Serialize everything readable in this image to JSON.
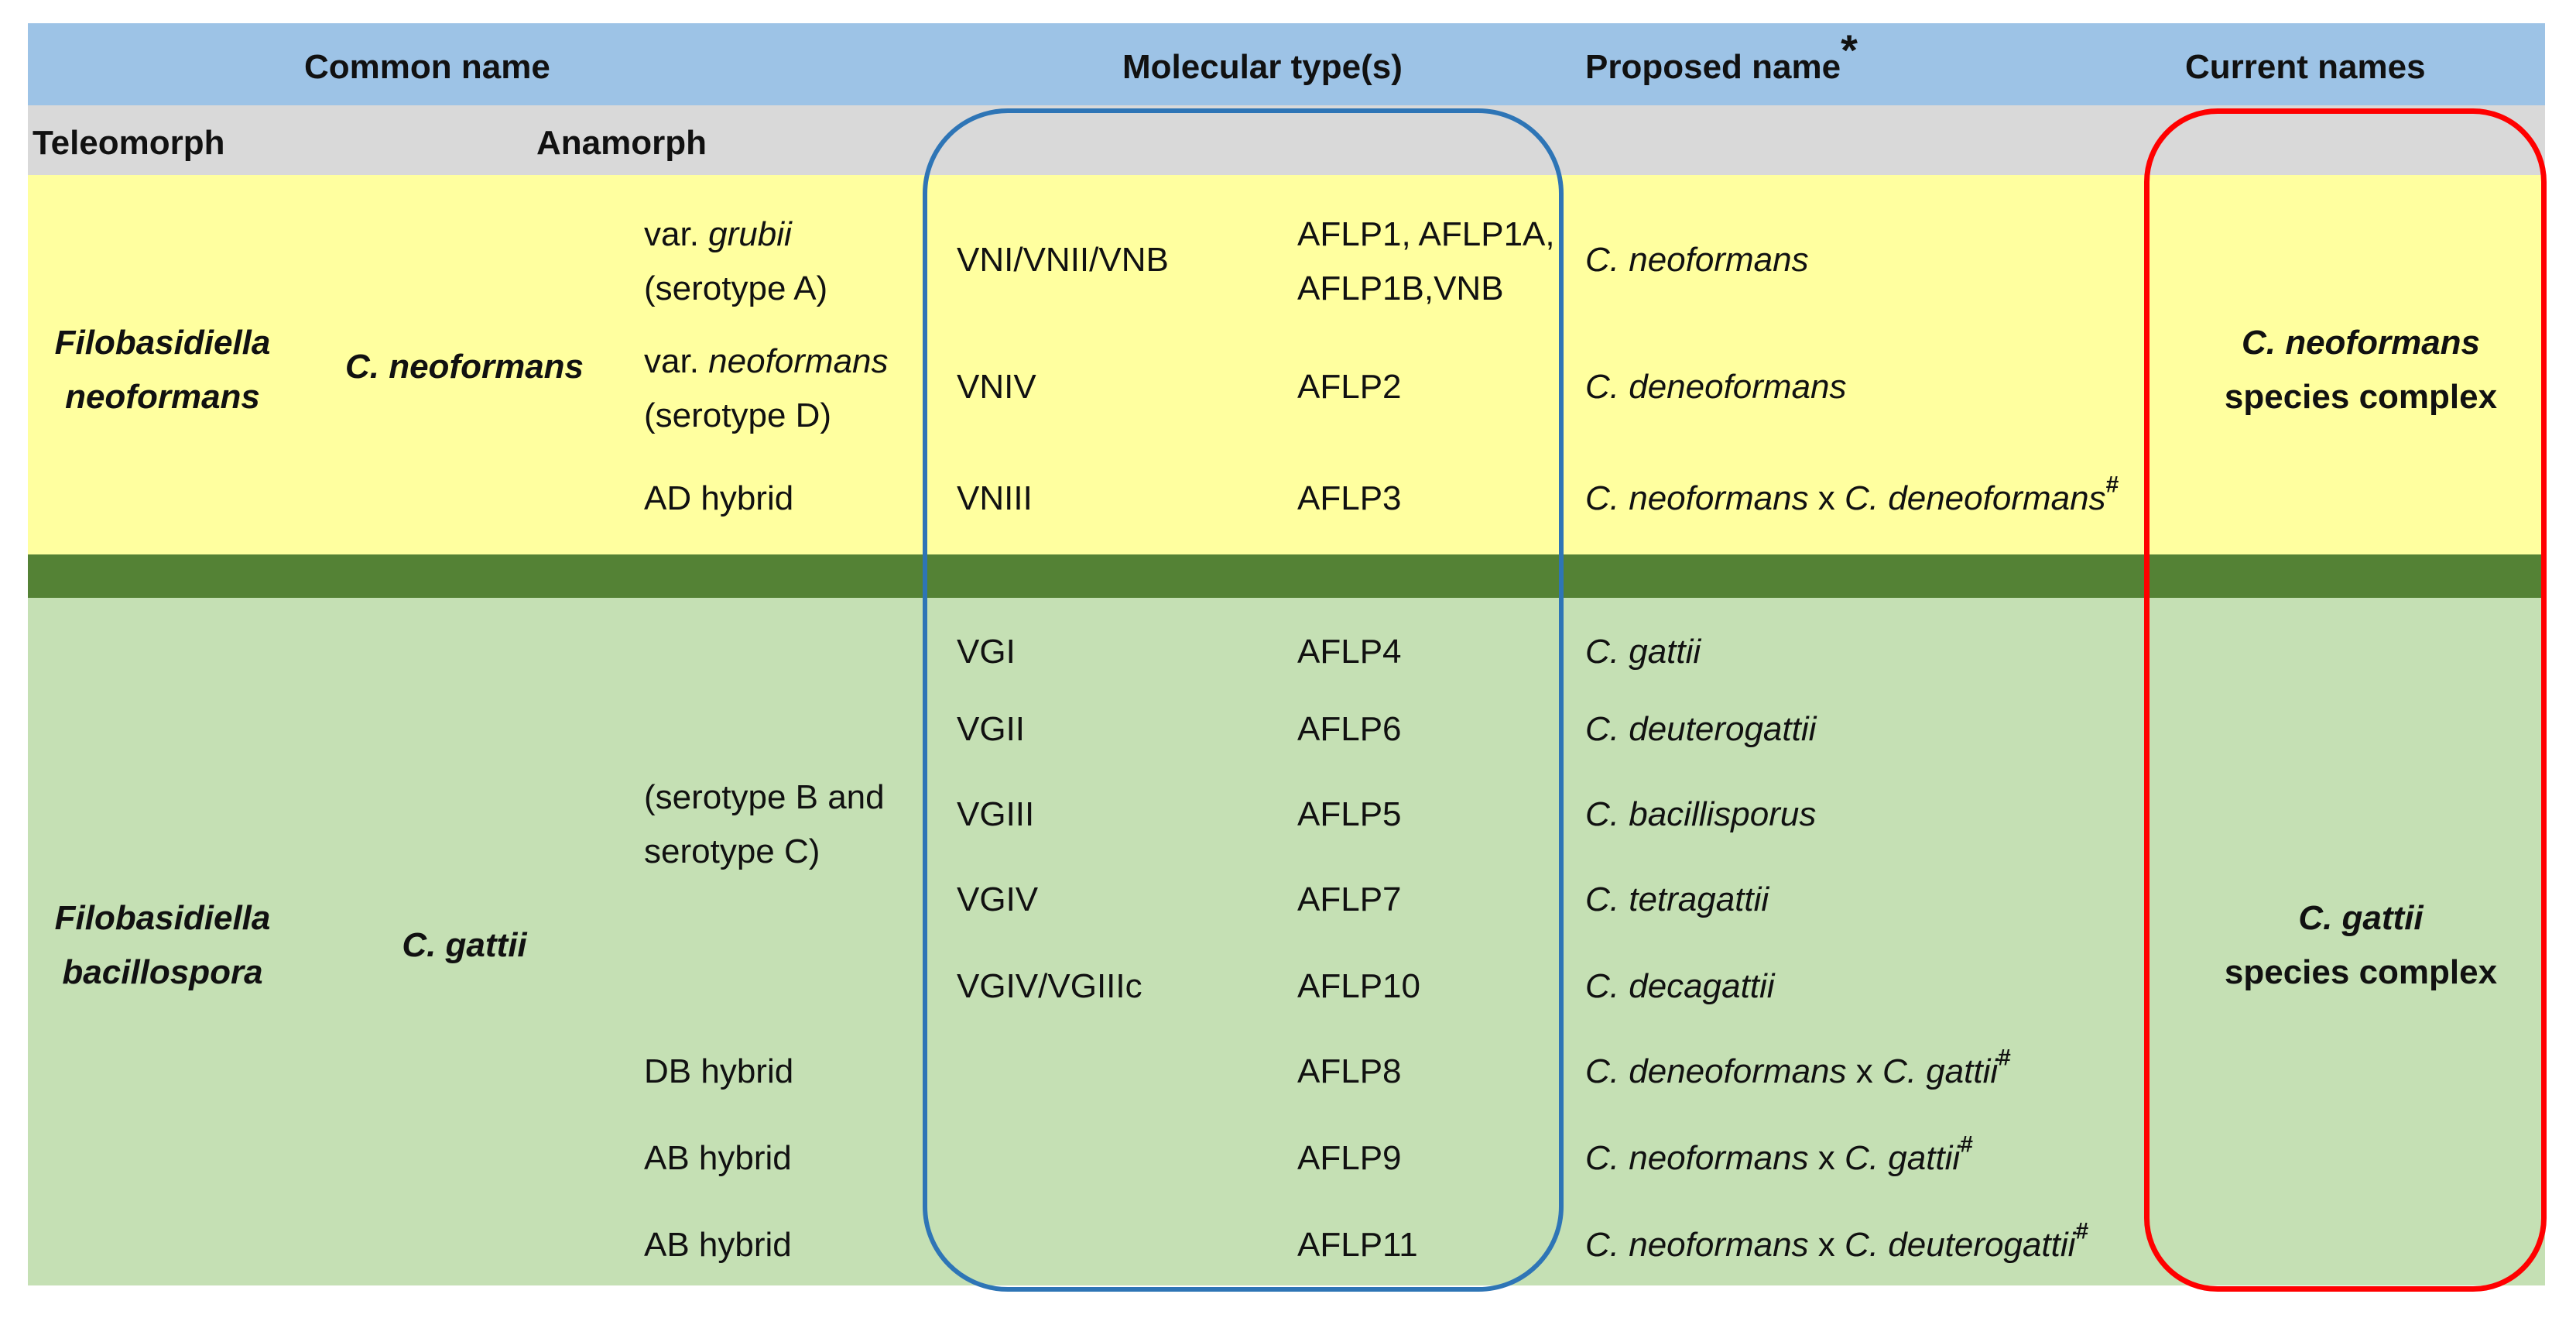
{
  "headers": {
    "common_name": "Common name",
    "molecular_types": "Molecular type(s)",
    "proposed_name": "Proposed name",
    "proposed_name_mark": "*",
    "current_names": "Current names"
  },
  "subheaders": {
    "teleomorph": "Teleomorph",
    "anamorph": "Anamorph"
  },
  "neoformans_group": {
    "teleomorph_line1": "Filobasidiella",
    "teleomorph_line2": "neoformans",
    "anamorph": "C. neoformans",
    "current_line1": "C. neoformans",
    "current_line2": "species complex",
    "rows": [
      {
        "var_prefix": "var. ",
        "var_italic": "grubii",
        "var_line2": "(serotype A)",
        "vn": "VNI/VNII/VNB",
        "aflp_line1": "AFLP1, AFLP1A,",
        "aflp_line2": "AFLP1B,VNB",
        "proposed": "C. neoformans"
      },
      {
        "var_prefix": "var. ",
        "var_italic": "neoformans",
        "var_line2": "(serotype D)",
        "vn": "VNIV",
        "aflp": "AFLP2",
        "proposed": "C. deneoformans"
      },
      {
        "variety": "AD hybrid",
        "vn": "VNIII",
        "aflp": "AFLP3",
        "proposed_a": "C. neoformans",
        "proposed_x": " x ",
        "proposed_b": "C. deneoformans",
        "mark": "#"
      }
    ]
  },
  "gattii_group": {
    "teleomorph_line1": "Filobasidiella",
    "teleomorph_line2": "bacillospora",
    "anamorph": "C. gattii",
    "serotype_line1": "(serotype B and",
    "serotype_line2": "serotype C)",
    "current_line1": "C. gattii",
    "current_line2": "species complex",
    "rows": [
      {
        "vn": "VGI",
        "aflp": "AFLP4",
        "proposed": "C. gattii"
      },
      {
        "vn": "VGII",
        "aflp": "AFLP6",
        "proposed": "C. deuterogattii"
      },
      {
        "vn": "VGIII",
        "aflp": "AFLP5",
        "proposed": "C. bacillisporus"
      },
      {
        "vn": "VGIV",
        "aflp": "AFLP7",
        "proposed": "C. tetragattii"
      },
      {
        "vn": "VGIV/VGIIIc",
        "aflp": "AFLP10",
        "proposed": "C. decagattii"
      }
    ],
    "hybrid_rows": [
      {
        "variety": "DB hybrid",
        "aflp": "AFLP8",
        "proposed_a": "C. deneoformans",
        "proposed_x": " x ",
        "proposed_b": "C. gattii",
        "mark": "#"
      },
      {
        "variety": "AB hybrid",
        "aflp": "AFLP9",
        "proposed_a": "C. neoformans",
        "proposed_x": " x ",
        "proposed_b": "C. gattii",
        "mark": "#"
      },
      {
        "variety": "AB hybrid",
        "aflp": "AFLP11",
        "proposed_a": "C. neoformans",
        "proposed_x": " x ",
        "proposed_b": "C. deuterogattii",
        "mark": "#"
      }
    ]
  },
  "colors": {
    "header_band": "#9dc3e6",
    "subheader_band": "#d9d9d9",
    "neoformans_band": "#ffff9f",
    "separator_band": "#548235",
    "gattii_band": "#c5e0b4",
    "molecular_outline": "#2e75b6",
    "current_names_outline": "#ff0000"
  }
}
